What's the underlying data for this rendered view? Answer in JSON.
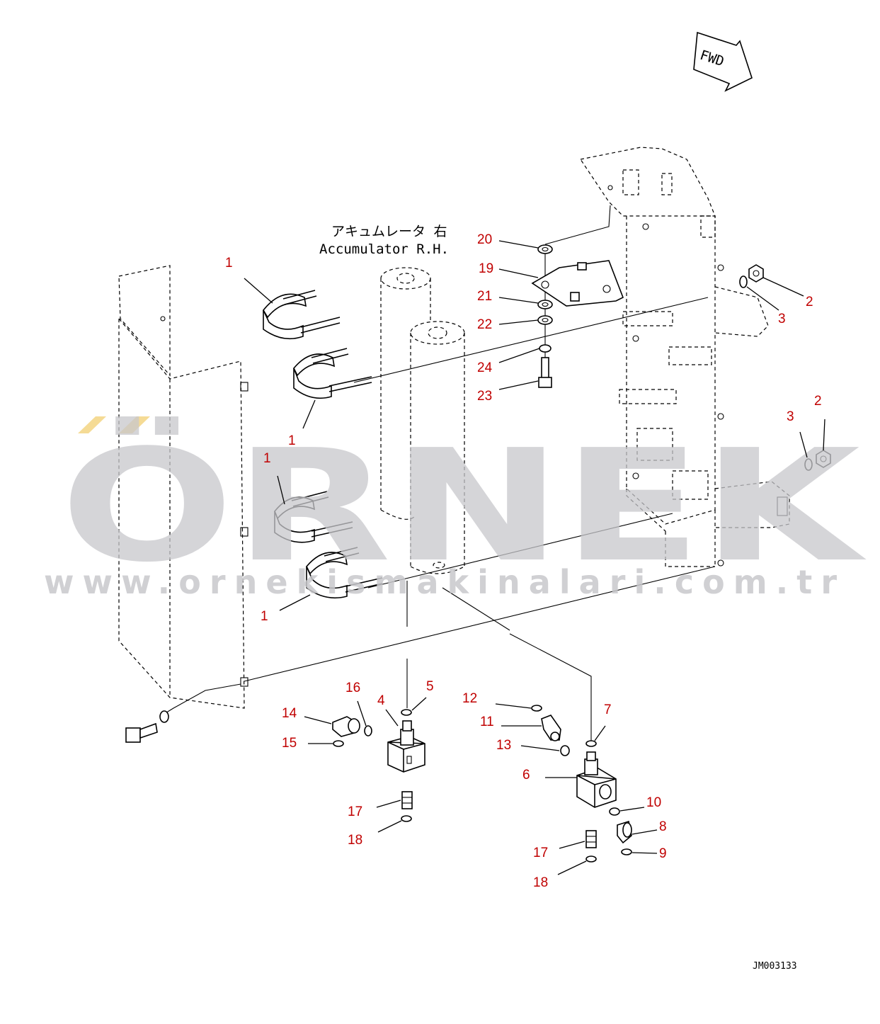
{
  "title": {
    "japanese": "アキュムレータ 右",
    "english": "Accumulator R.H."
  },
  "direction_marker": "FWD",
  "drawing_code": "JM003133",
  "watermark": {
    "brand": "ÖRNEK",
    "website": "www.ornekismakinalari.com.tr"
  },
  "callouts": [
    {
      "id": "c1a",
      "label": "1"
    },
    {
      "id": "c1b",
      "label": "1"
    },
    {
      "id": "c1c",
      "label": "1"
    },
    {
      "id": "c1d",
      "label": "1"
    },
    {
      "id": "c2a",
      "label": "2"
    },
    {
      "id": "c2b",
      "label": "2"
    },
    {
      "id": "c3a",
      "label": "3"
    },
    {
      "id": "c3b",
      "label": "3"
    },
    {
      "id": "c4",
      "label": "4"
    },
    {
      "id": "c5",
      "label": "5"
    },
    {
      "id": "c6",
      "label": "6"
    },
    {
      "id": "c7",
      "label": "7"
    },
    {
      "id": "c8",
      "label": "8"
    },
    {
      "id": "c9",
      "label": "9"
    },
    {
      "id": "c10",
      "label": "10"
    },
    {
      "id": "c11",
      "label": "11"
    },
    {
      "id": "c12",
      "label": "12"
    },
    {
      "id": "c13",
      "label": "13"
    },
    {
      "id": "c14",
      "label": "14"
    },
    {
      "id": "c15",
      "label": "15"
    },
    {
      "id": "c16",
      "label": "16"
    },
    {
      "id": "c17a",
      "label": "17"
    },
    {
      "id": "c17b",
      "label": "17"
    },
    {
      "id": "c18a",
      "label": "18"
    },
    {
      "id": "c18b",
      "label": "18"
    },
    {
      "id": "c19",
      "label": "19"
    },
    {
      "id": "c20",
      "label": "20"
    },
    {
      "id": "c21",
      "label": "21"
    },
    {
      "id": "c22",
      "label": "22"
    },
    {
      "id": "c23",
      "label": "23"
    },
    {
      "id": "c24",
      "label": "24"
    }
  ]
}
